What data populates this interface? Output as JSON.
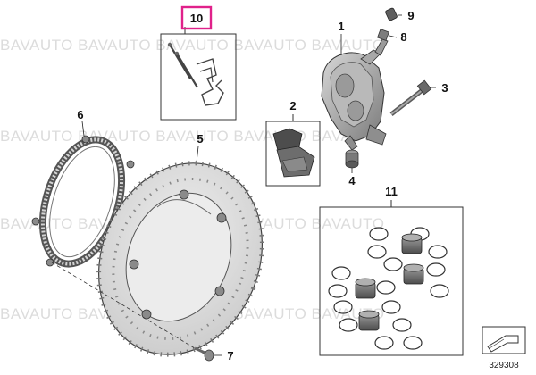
{
  "watermark": {
    "text": "BAVAUTO BAVAUTO BAVAUTO BAVAUTO BAVAUTO"
  },
  "callouts": {
    "c1": "1",
    "c2": "2",
    "c3": "3",
    "c4": "4",
    "c5": "5",
    "c6": "6",
    "c7": "7",
    "c8": "8",
    "c9": "9",
    "c10": "10",
    "c11": "11"
  },
  "highlight_color": "#e0218a",
  "reference_number": "329308",
  "icons": [
    "arrow-plate-icon"
  ]
}
